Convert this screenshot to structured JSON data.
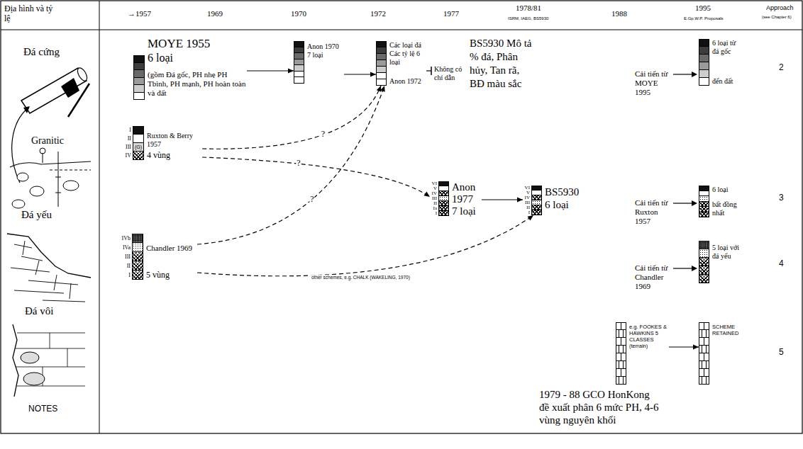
{
  "diagram": {
    "nodes": [
      {
        "text": [
          "MOYE 1955",
          "6 loại",
          "(gồm Đá gốc, PH nhẹ PH Tbình, PH mạnh, PH hoàn toàn và đất"
        ]
      },
      {
        "text": [
          "Anon 1970",
          "7 loại"
        ]
      },
      {
        "text": [
          "Các loại đá Các tỷ lệ 6 loại",
          "Anon 1972"
        ]
      },
      {
        "text": [
          "Ruxton & Berry 1957",
          "4 vùng"
        ]
      },
      {
        "text": [
          "Anon 1977",
          "7 loại"
        ]
      },
      {
        "text": [
          "BS5930",
          "6 loại"
        ]
      },
      {
        "text": [
          "Chandler 1969",
          "5 vùng"
        ]
      },
      {
        "text": [
          "6 loại từ đá gốc",
          "đến đất"
        ]
      },
      {
        "text": [
          "6 loại",
          "bất đồng nhất"
        ]
      },
      {
        "text": [
          "5 loại với đá yếu"
        ]
      },
      {
        "text": [
          "e.g. FOOKES & HAWKINS 5 CLASSES (terrain)"
        ]
      },
      {
        "text": [
          "SCHEME RETAINED"
        ]
      }
    ],
    "edges": [
      {
        "from": 0,
        "to": 1,
        "arrow": "to"
      },
      {
        "from": 1,
        "to": 2,
        "arrow": "to"
      },
      {
        "from": 3,
        "to": 2,
        "arrow": "to",
        "label": "?"
      },
      {
        "from": 3,
        "to": 4,
        "arrow": "to",
        "label": "?"
      },
      {
        "from": 6,
        "to": 2,
        "arrow": "to",
        "label": "?"
      },
      {
        "from": 6,
        "to": 5,
        "arrow": "to",
        "label": "other schemes, e.g. CHALK (WAKELING, 1970)"
      },
      {
        "from": 4,
        "to": 5,
        "arrow": "to"
      },
      {
        "from": 10,
        "to": 11,
        "arrow": "to"
      }
    ],
    "labels": [
      "Địa hình và tỷ lệ",
      "→1957",
      "1969",
      "1970",
      "1972",
      "1977",
      "1978/81",
      "ISRM, IAEG, BS5930",
      "1988",
      "1995",
      "E.Gp.W.P. Proposals",
      "Approach",
      "(see Chapter 6)",
      "Đá cứng",
      "Granitic",
      "Đá yếu",
      "Đá vôi",
      "NOTES",
      "Không có chỉ dẫn",
      "BS5930 Mô tả % đá, Phân hủy, Tan rã, BĐ màu sắc",
      "Cải tiến từ MOYE 1995",
      "Cải tiến từ Ruxton 1957",
      "Cải tiến từ Chandler 1969",
      "1979 - 88 GCO HonKong đề xuất phân 6 mức PH, 4-6 vùng nguyên khối",
      "2",
      "3",
      "4",
      "5",
      "I",
      "II",
      "III",
      "IV",
      "(G)",
      "VI",
      "V",
      "IV",
      "III",
      "II",
      "Ia",
      "I",
      "VI",
      "V",
      "IV",
      "III",
      "II",
      "I",
      "IVb",
      "IVa",
      "III",
      "II",
      "I"
    ]
  }
}
